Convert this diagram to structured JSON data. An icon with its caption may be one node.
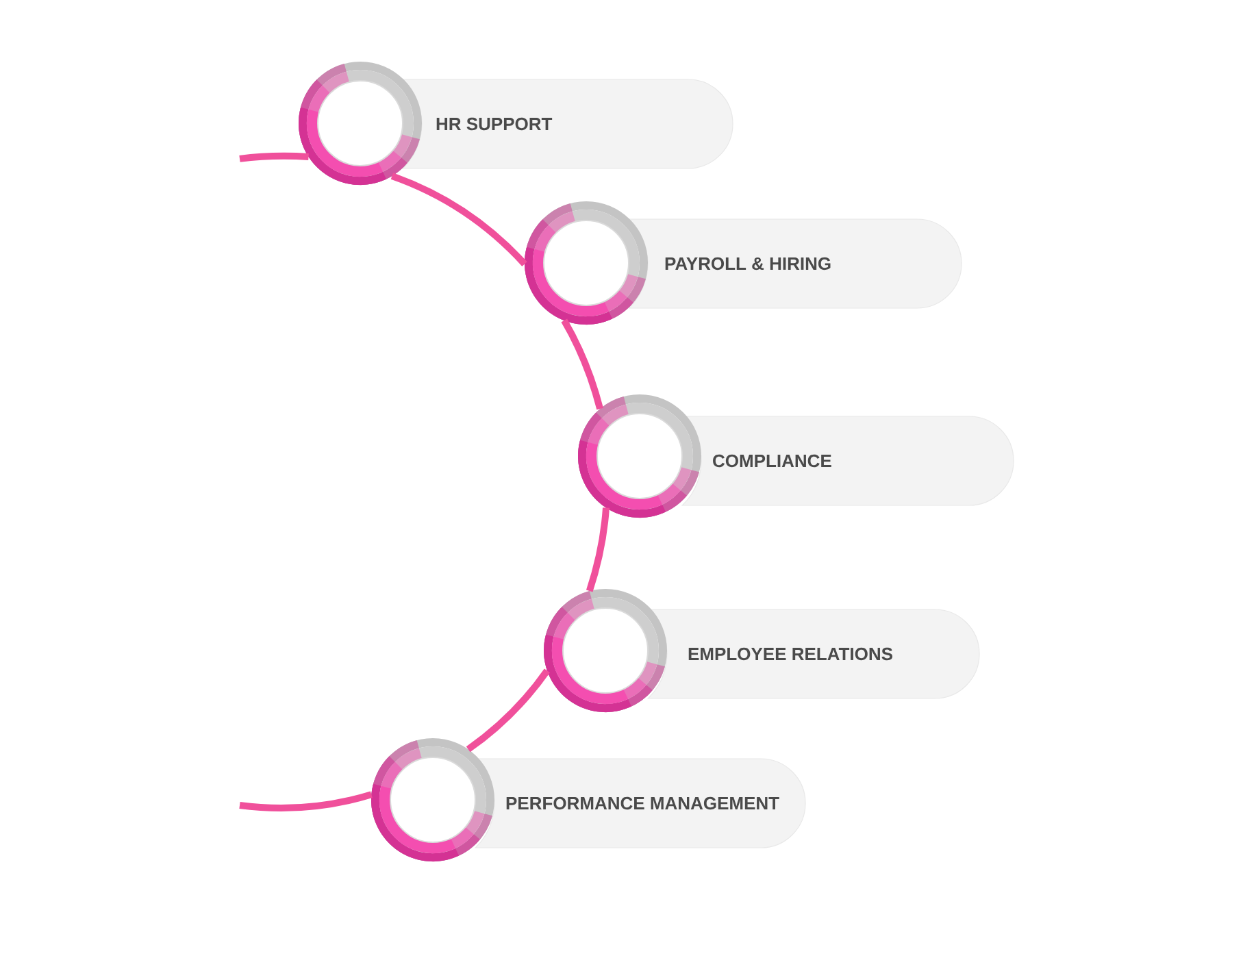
{
  "diagram": {
    "nodes": [
      {
        "text": [],
        "shape": "circle"
      },
      {
        "text": [
          "HR SUPPORT"
        ]
      },
      {
        "text": [],
        "shape": "circle"
      },
      {
        "text": [
          "PAYROLL & HIRING"
        ]
      },
      {
        "text": [],
        "shape": "circle"
      },
      {
        "text": [
          "COMPLIANCE"
        ]
      },
      {
        "text": [],
        "shape": "circle"
      },
      {
        "text": [
          "EMPLOYEE RELATIONS"
        ]
      },
      {
        "text": [],
        "shape": "circle"
      },
      {
        "text": [
          "PERFORMANCE MANAGEMENT"
        ]
      }
    ],
    "edges": [
      {
        "from": null,
        "to": 0,
        "arrow": "none"
      },
      {
        "from": 0,
        "to": 2,
        "arrow": "none"
      },
      {
        "from": 2,
        "to": 4,
        "arrow": "none"
      },
      {
        "from": 4,
        "to": 6,
        "arrow": "none"
      },
      {
        "from": 6,
        "to": 8,
        "arrow": "none"
      },
      {
        "from": 8,
        "to": null,
        "arrow": "none"
      }
    ]
  }
}
